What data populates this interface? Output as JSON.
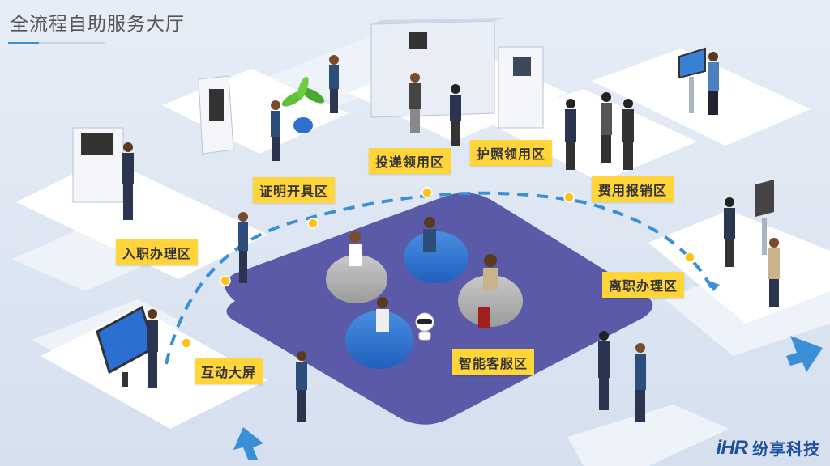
{
  "title": "全流程自助服务大厅",
  "zones": {
    "mailing": "投递领用区",
    "passport": "护照领用区",
    "certificate": "证明开具区",
    "reimbursement": "费用报销区",
    "onboarding": "入职办理区",
    "offboarding": "离职办理区",
    "screen": "互动大屏",
    "service": "智能客服区"
  },
  "brand": {
    "mark": "iHR",
    "name": "纷享科技"
  },
  "colors": {
    "label_bg": "#ffd53a",
    "path": "#3b8fd6",
    "hub": "#5a5aa8",
    "platform": "#ffffff"
  }
}
